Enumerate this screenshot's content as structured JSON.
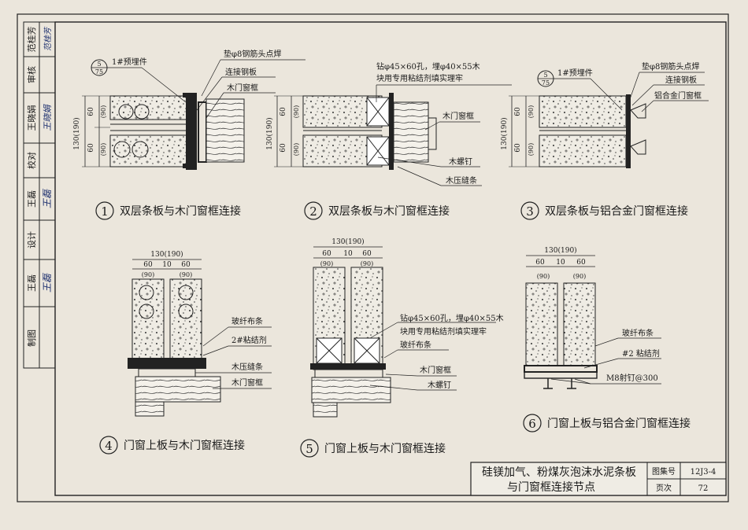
{
  "sidebar": {
    "roles": [
      "审核",
      "校对",
      "设计",
      "制图"
    ],
    "names": [
      "范桂芳",
      "王晓娟",
      "王磊",
      "王磊"
    ],
    "signatures": [
      "范桂芳",
      "王晓娟",
      "王磊",
      "王磊"
    ]
  },
  "details": [
    {
      "num": "1",
      "title": "双层条板与木门窗框连接"
    },
    {
      "num": "2",
      "title": "双层条板与木门窗框连接"
    },
    {
      "num": "3",
      "title": "双层条板与铝合金门窗框连接"
    },
    {
      "num": "4",
      "title": "门窗上板与木门窗框连接"
    },
    {
      "num": "5",
      "title": "门窗上板与木门窗框连接"
    },
    {
      "num": "6",
      "title": "门窗上板与铝合金门窗框连接"
    }
  ],
  "callouts": {
    "ref_top": "5",
    "ref_bottom": "75",
    "embedded": "1#预埋件",
    "weld": "垫φ8钢筋头点焊",
    "steel_plate": "连接钢板",
    "wood_frame": "木门窗框",
    "drill_line1": "钻φ45×60孔，埋φ40×55木",
    "drill_line2": "块用专用粘结剂填实理牢",
    "wood_screw": "木螺钉",
    "wood_strip": "木压缝条",
    "alu_frame": "铝合金门窗框",
    "fiber_strip": "玻纤布条",
    "adhesive2": "2#粘结剂",
    "adhesive2b": "#2 粘结剂",
    "nail": "M8射钉@300"
  },
  "dims": {
    "d60": "60",
    "d90": "(90)",
    "total_v": "130(190)",
    "total_h": "130(190)",
    "gap": "10"
  },
  "titleblock": {
    "title_line1": "硅镁加气、粉煤灰泡沫水泥条板",
    "title_line2": "与门窗框连接节点",
    "atlas_label": "图集号",
    "atlas_value": "12J3-4",
    "page_label": "页次",
    "page_value": "72"
  }
}
